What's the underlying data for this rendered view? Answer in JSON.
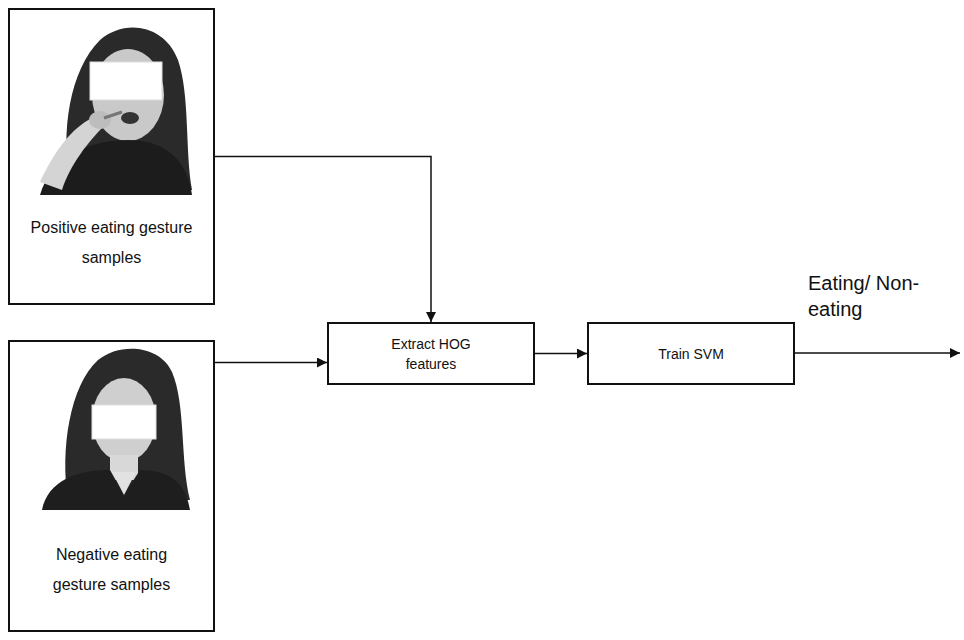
{
  "diagram": {
    "nodes": [
      {
        "text": [
          "Positive eating gesture samples"
        ]
      },
      {
        "text": [
          "Negative eating gesture samples"
        ]
      },
      {
        "text": [
          "Extract HOG features"
        ]
      },
      {
        "text": [
          "Train SVM"
        ]
      }
    ],
    "edges": [
      {
        "from": 0,
        "to": 2,
        "arrow": "to"
      },
      {
        "from": 1,
        "to": 2,
        "arrow": "to"
      },
      {
        "from": 2,
        "to": 3,
        "arrow": "to"
      }
    ],
    "labels": [
      "Eating/ Non-eating"
    ]
  }
}
